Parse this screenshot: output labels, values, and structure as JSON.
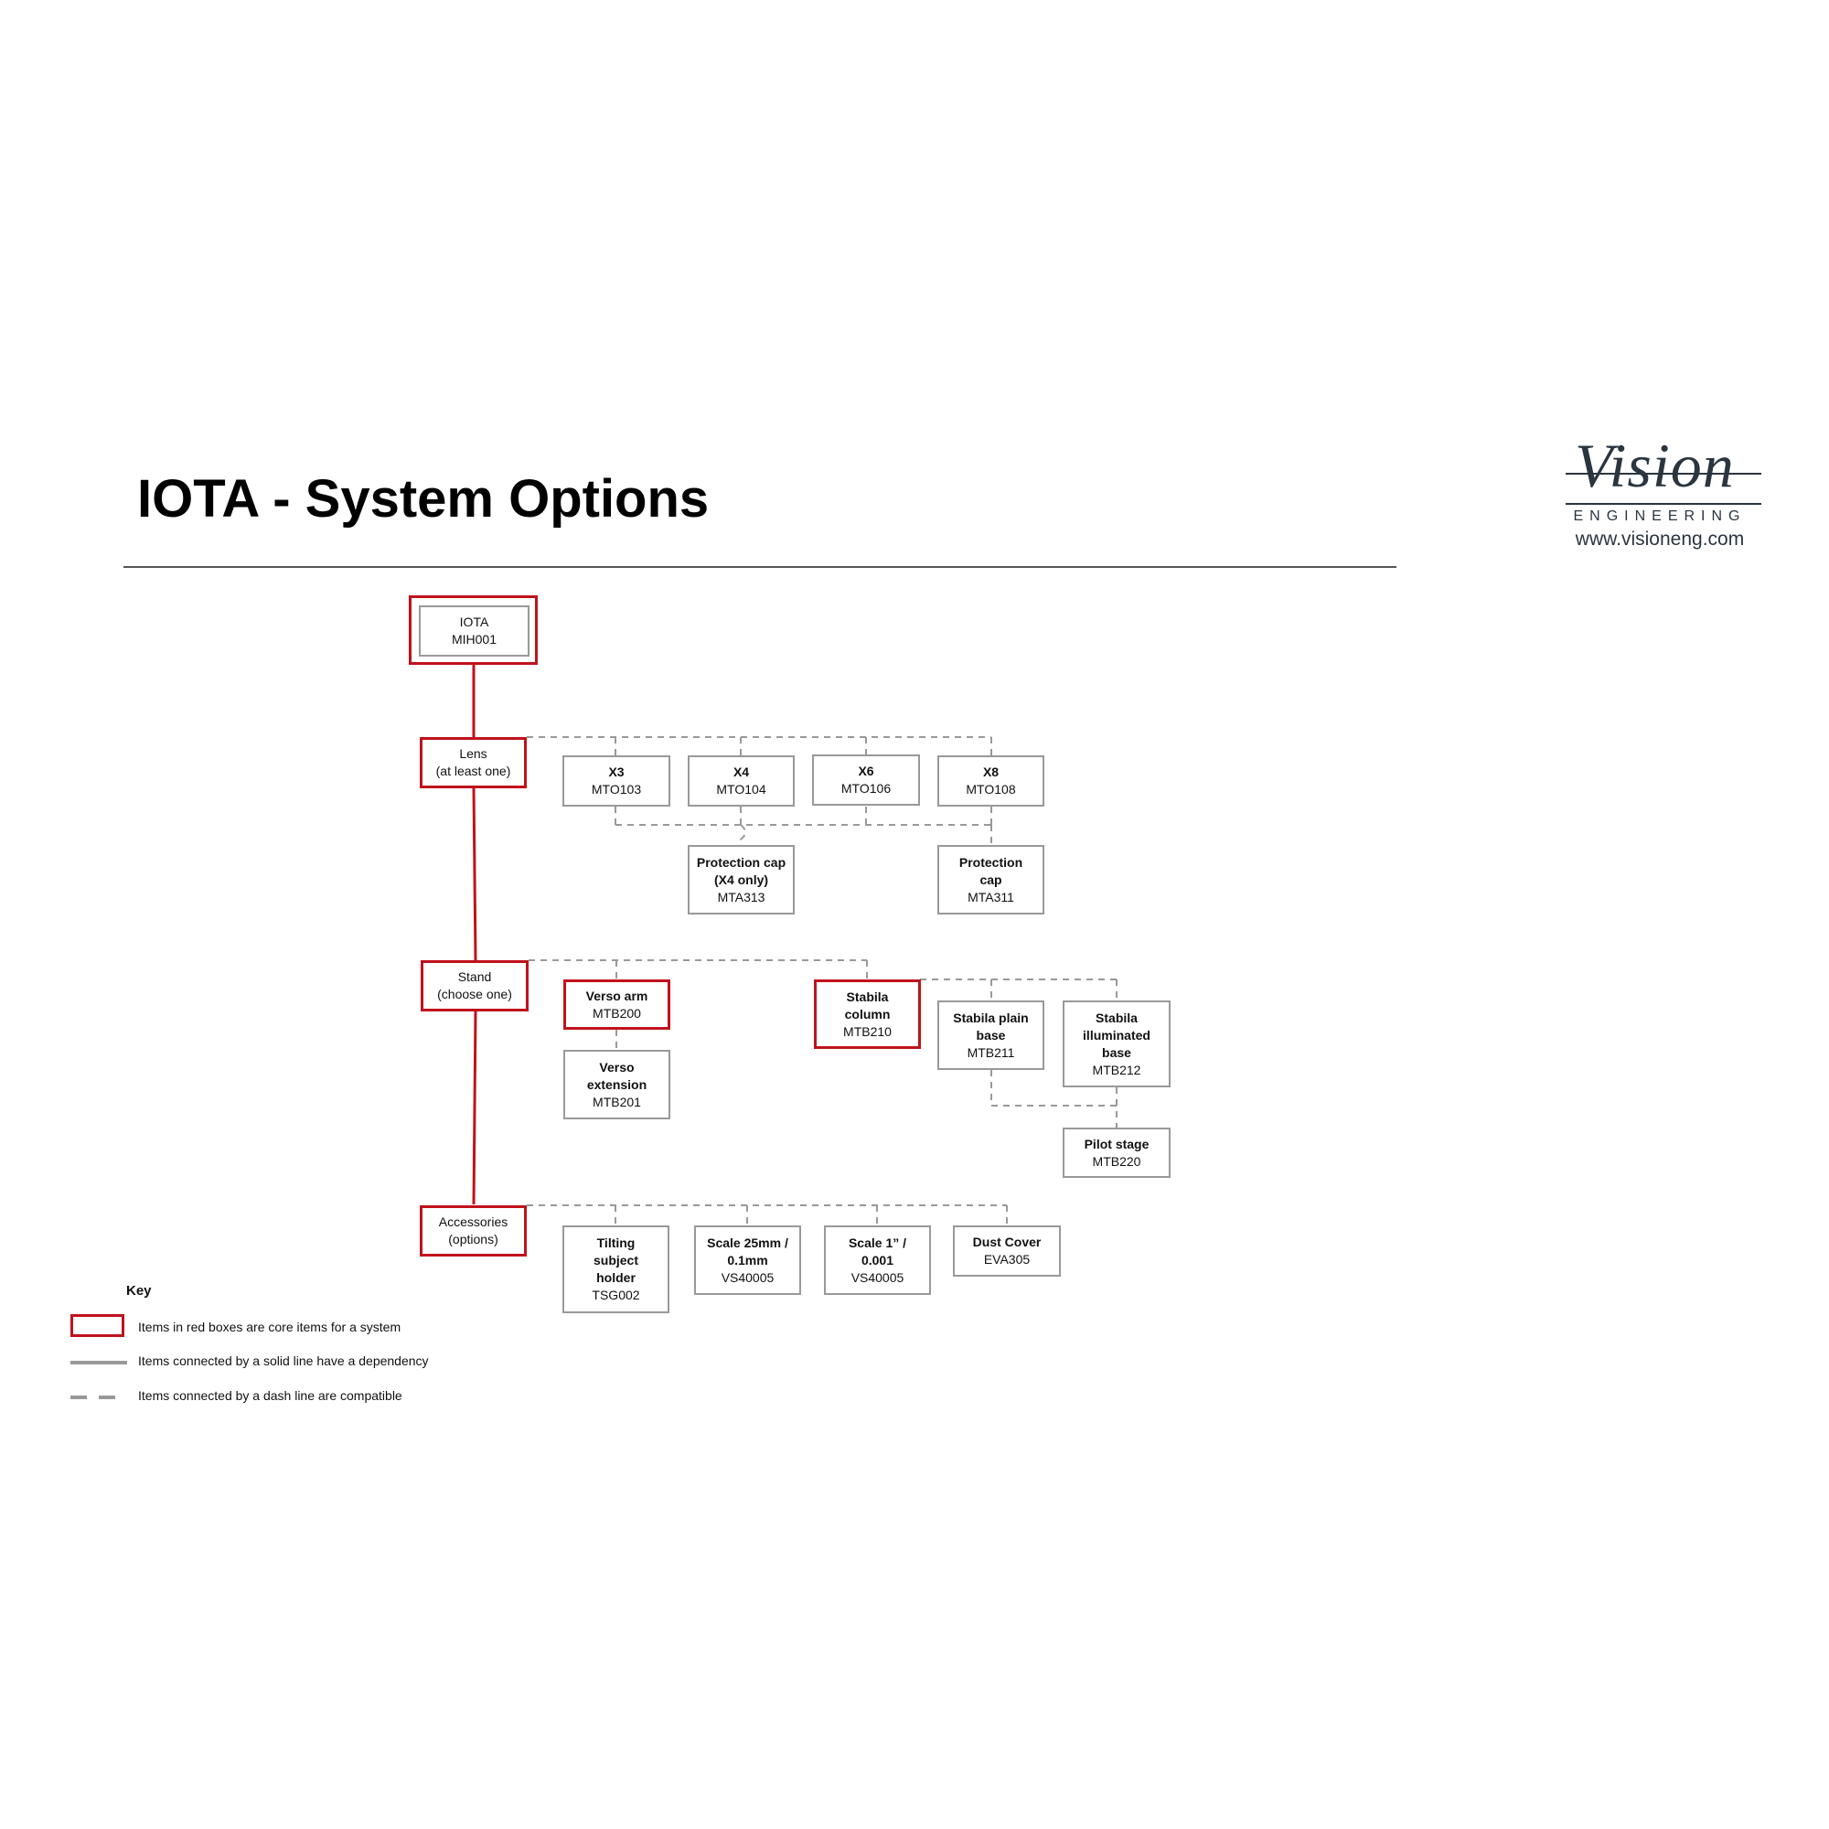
{
  "title": "IOTA - System Options",
  "logo": {
    "wordmark": "Vision",
    "sub": "ENGINEERING",
    "url": "www.visioneng.com"
  },
  "colors": {
    "core": "#c0121c",
    "connector": "#999999",
    "text": "#111111"
  },
  "nodes": {
    "iota": {
      "name": "IOTA",
      "code": "MIH001"
    },
    "lens": {
      "name": "Lens",
      "note": "(at least one)"
    },
    "x3": {
      "name": "X3",
      "code": "MTO103"
    },
    "x4": {
      "name": "X4",
      "code": "MTO104"
    },
    "x6": {
      "name": "X6",
      "code": "MTO106"
    },
    "x8": {
      "name": "X8",
      "code": "MTO108"
    },
    "cap_x4": {
      "name": "Protection cap (X4 only)",
      "code": "MTA313"
    },
    "cap": {
      "name": "Protection cap",
      "code": "MTA311"
    },
    "stand": {
      "name": "Stand",
      "note": "(choose one)"
    },
    "verso_arm": {
      "name": "Verso arm",
      "code": "MTB200"
    },
    "verso_ext": {
      "name": "Verso extension",
      "code": "MTB201"
    },
    "stabila_col": {
      "name": "Stabila column",
      "code": "MTB210"
    },
    "stabila_plain": {
      "name": "Stabila plain base",
      "code": "MTB211"
    },
    "stabila_illum": {
      "name": "Stabila illuminated base",
      "code": "MTB212"
    },
    "pilot": {
      "name": "Pilot stage",
      "code": "MTB220"
    },
    "accessories": {
      "name": "Accessories",
      "note": "(options)"
    },
    "tilting": {
      "name": "Tilting subject holder",
      "code": "TSG002"
    },
    "scale_mm": {
      "name": "Scale 25mm / 0.1mm",
      "code": "VS40005"
    },
    "scale_in": {
      "name": "Scale 1” / 0.001",
      "code": "VS40005"
    },
    "dust": {
      "name": "Dust Cover",
      "code": "EVA305"
    }
  },
  "key": {
    "title": "Key",
    "red": "Items in red boxes are core items for a system",
    "solid": "Items connected by a solid line have a dependency",
    "dash": "Items connected by a dash line are compatible"
  }
}
